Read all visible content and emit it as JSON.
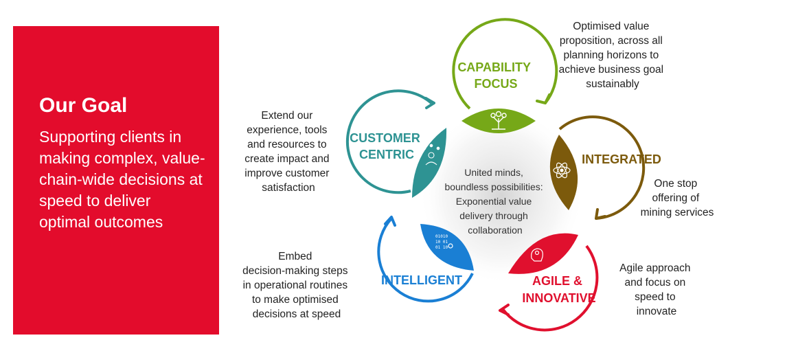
{
  "goal": {
    "title": "Our Goal",
    "text": "Supporting clients in making complex, value-chain-wide decisions at speed to deliver optimal outcomes",
    "color": "#e30c2c"
  },
  "center_text": [
    "United minds,",
    "boundless possibilities:",
    "Exponential value",
    "delivery through",
    "collaboration"
  ],
  "segments": {
    "capability": {
      "label": [
        "CAPABILITY",
        "FOCUS"
      ],
      "color": "#76a818",
      "icon": "tree-icon",
      "description": [
        "Optimised value",
        "proposition, across all",
        "planning horizons to",
        "achieve business goal",
        "sustainably"
      ]
    },
    "integrated": {
      "label": [
        "INTEGRATED"
      ],
      "color": "#7c5a0c",
      "icon": "atom-icon",
      "description": [
        "One stop",
        "offering of",
        "mining services"
      ]
    },
    "agile": {
      "label": [
        "AGILE &",
        "INNOVATIVE"
      ],
      "color": "#e0102e",
      "icon": "lightbulb-head-icon",
      "description": [
        "Agile approach",
        "and focus on",
        "speed to",
        "innovate"
      ]
    },
    "intelligent": {
      "label": [
        "INTELLIGENT"
      ],
      "color": "#1a7fd4",
      "icon": "binary-gears-icon",
      "description": [
        "Embed",
        "decision-making steps",
        "in operational routines",
        "to make optimised",
        "decisions at speed"
      ]
    },
    "customer": {
      "label": [
        "CUSTOMER",
        "CENTRIC"
      ],
      "color": "#2e9393",
      "icon": "people-network-icon",
      "description": [
        "Extend our",
        "experience, tools",
        "and resources to",
        "create impact and",
        "improve customer",
        "satisfaction"
      ]
    }
  }
}
